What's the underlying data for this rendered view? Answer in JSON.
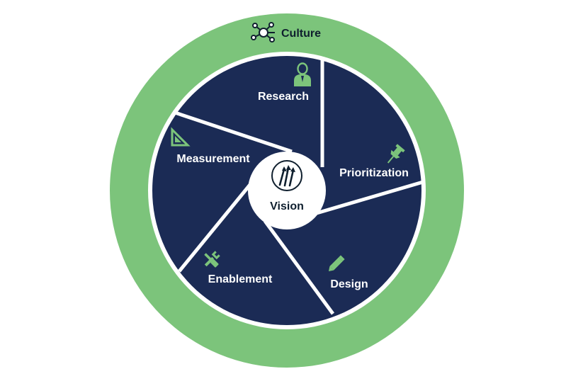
{
  "ring": {
    "label": "Culture",
    "icon": "network-icon"
  },
  "center": {
    "label": "Vision",
    "icon": "upward-arrows-icon"
  },
  "segments": [
    {
      "label": "Research",
      "icon": "person-icon"
    },
    {
      "label": "Prioritization",
      "icon": "pushpin-icon"
    },
    {
      "label": "Design",
      "icon": "pencil-icon"
    },
    {
      "label": "Enablement",
      "icon": "tools-icon"
    },
    {
      "label": "Measurement",
      "icon": "set-square-icon"
    }
  ],
  "colors": {
    "ring": "#7cc47b",
    "segment": "#1b2b55",
    "divider": "#ffffff",
    "icon": "#7cc47b",
    "dark_text": "#0f1f2e"
  }
}
